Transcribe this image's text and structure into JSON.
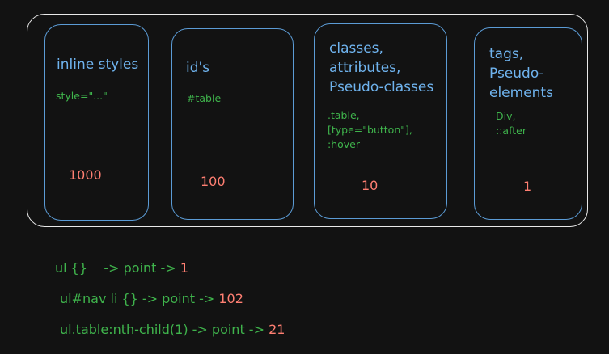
{
  "cards": [
    {
      "title": "inline styles",
      "example": "style=\"...\"",
      "score": "1000"
    },
    {
      "title": "id's",
      "example": "#table",
      "score": "100"
    },
    {
      "title": "classes,\nattributes,\nPseudo-classes",
      "example": ".table,\n[type=\"button\"],\n:hover",
      "score": "10"
    },
    {
      "title": "tags,\nPseudo-\nelements",
      "example": "Div,\n::after",
      "score": "1"
    }
  ],
  "rules": [
    {
      "text": "ul {}    -> point ->",
      "points": "1"
    },
    {
      "text": "ul#nav li {} -> point ->",
      "points": "102"
    },
    {
      "text": "ul.table:nth-child(1) -> point ->",
      "points": "21"
    }
  ],
  "colors": {
    "background": "#121212",
    "frame": "#e9e9e9",
    "card_border": "#5b9bd5",
    "title": "#6fb3ee",
    "example": "#3fb44c",
    "score": "#ff7f72"
  }
}
